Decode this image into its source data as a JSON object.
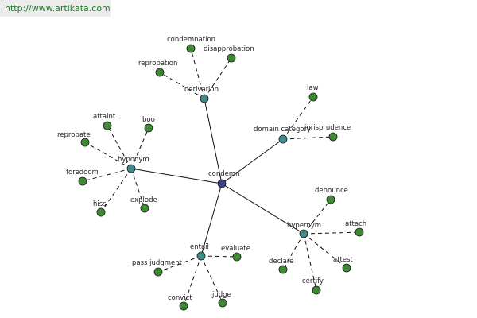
{
  "banner": {
    "url": "http://www.artikata.com"
  },
  "colors": {
    "center": "#3f3f8c",
    "hub": "#3f8a8a",
    "leaf": "#3e8a33",
    "edge": "#111111",
    "banner_text": "#1f7a2a",
    "banner_bg": "#ececec"
  },
  "graph": {
    "center": {
      "label": "condemn"
    },
    "hubs": [
      {
        "id": "derivation",
        "label": "derivation",
        "leaves": [
          "condemnation",
          "disapprobation",
          "reprobation"
        ]
      },
      {
        "id": "domain-category",
        "label": "domain category",
        "leaves": [
          "law",
          "jurisprudence"
        ]
      },
      {
        "id": "hyponym",
        "label": "hyponym",
        "leaves": [
          "attaint",
          "boo",
          "reprobate",
          "foredoom",
          "hiss",
          "explode"
        ]
      },
      {
        "id": "hypernym",
        "label": "hypernym",
        "leaves": [
          "denounce",
          "attach",
          "declare",
          "attest",
          "certify"
        ]
      },
      {
        "id": "entail",
        "label": "entail",
        "leaves": [
          "evaluate",
          "pass judgment",
          "convict",
          "judge"
        ]
      }
    ]
  }
}
